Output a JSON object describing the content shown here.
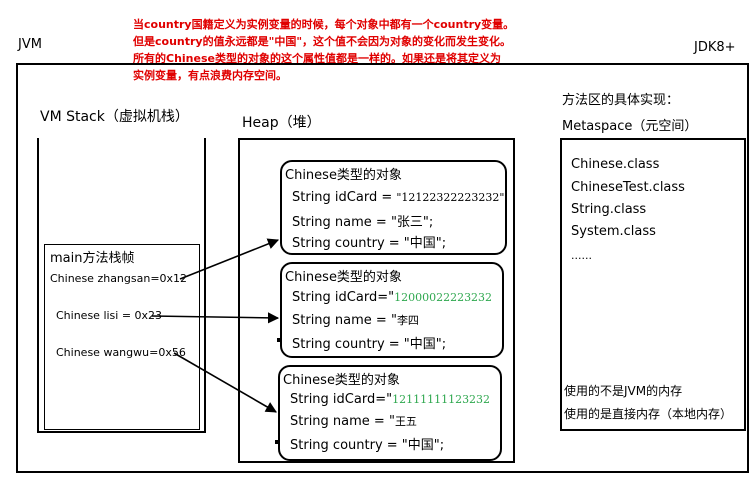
{
  "note": {
    "line1": "当country国籍定义为实例变量的时候，每个对象中都有一个country变量。",
    "line2": "但是country的值永远都是\"中国\"，这个值不会因为对象的变化而发生变化。",
    "line3": "所有的Chinese类型的对象的这个属性值都是一样的。如果还是将其定义为",
    "line4": "实例变量，有点浪费内存空间。"
  },
  "jvm_label": "JVM",
  "jdk_label": "JDK8+",
  "vm_stack": {
    "title": "VM Stack（虚拟机栈）",
    "frame_title": "main方法栈帧",
    "vars": [
      "Chinese zhangsan=0x12",
      "Chinese lisi = 0x23",
      "Chinese wangwu=0x56"
    ]
  },
  "heap": {
    "title": "Heap（堆）",
    "objects": [
      {
        "title": "Chinese类型的对象",
        "idcard_prefix": "String idCard = ",
        "idcard_value": "\"12122322223232\"",
        "name_line": "String name = \"张三\";",
        "country_line": "String country = \"中国\";"
      },
      {
        "title": "Chinese类型的对象",
        "idcard_prefix": "String idCard=\"",
        "idcard_value": "12000022223232",
        "name_prefix": "String name = \"",
        "name_value": "李四",
        "country_line": "String country = \"中国\";"
      },
      {
        "title": "Chinese类型的对象",
        "idcard_prefix": "String idCard=\"",
        "idcard_value": "12111111123232",
        "name_prefix": "String name = \"",
        "name_value": "王五",
        "country_line": "String country = \"中国\";"
      }
    ]
  },
  "method_area": {
    "title": "方法区的具体实现：",
    "subtitle": "Metaspace（元空间）",
    "classes": [
      "Chinese.class",
      "ChineseTest.class",
      "String.class",
      "System.class",
      "......"
    ],
    "memory_note_1": "使用的不是JVM的内存",
    "memory_note_2": "使用的是直接内存（本地内存）"
  },
  "colors": {
    "note": "#e00000",
    "green_value": "#2fa84f",
    "line": "#000000"
  }
}
